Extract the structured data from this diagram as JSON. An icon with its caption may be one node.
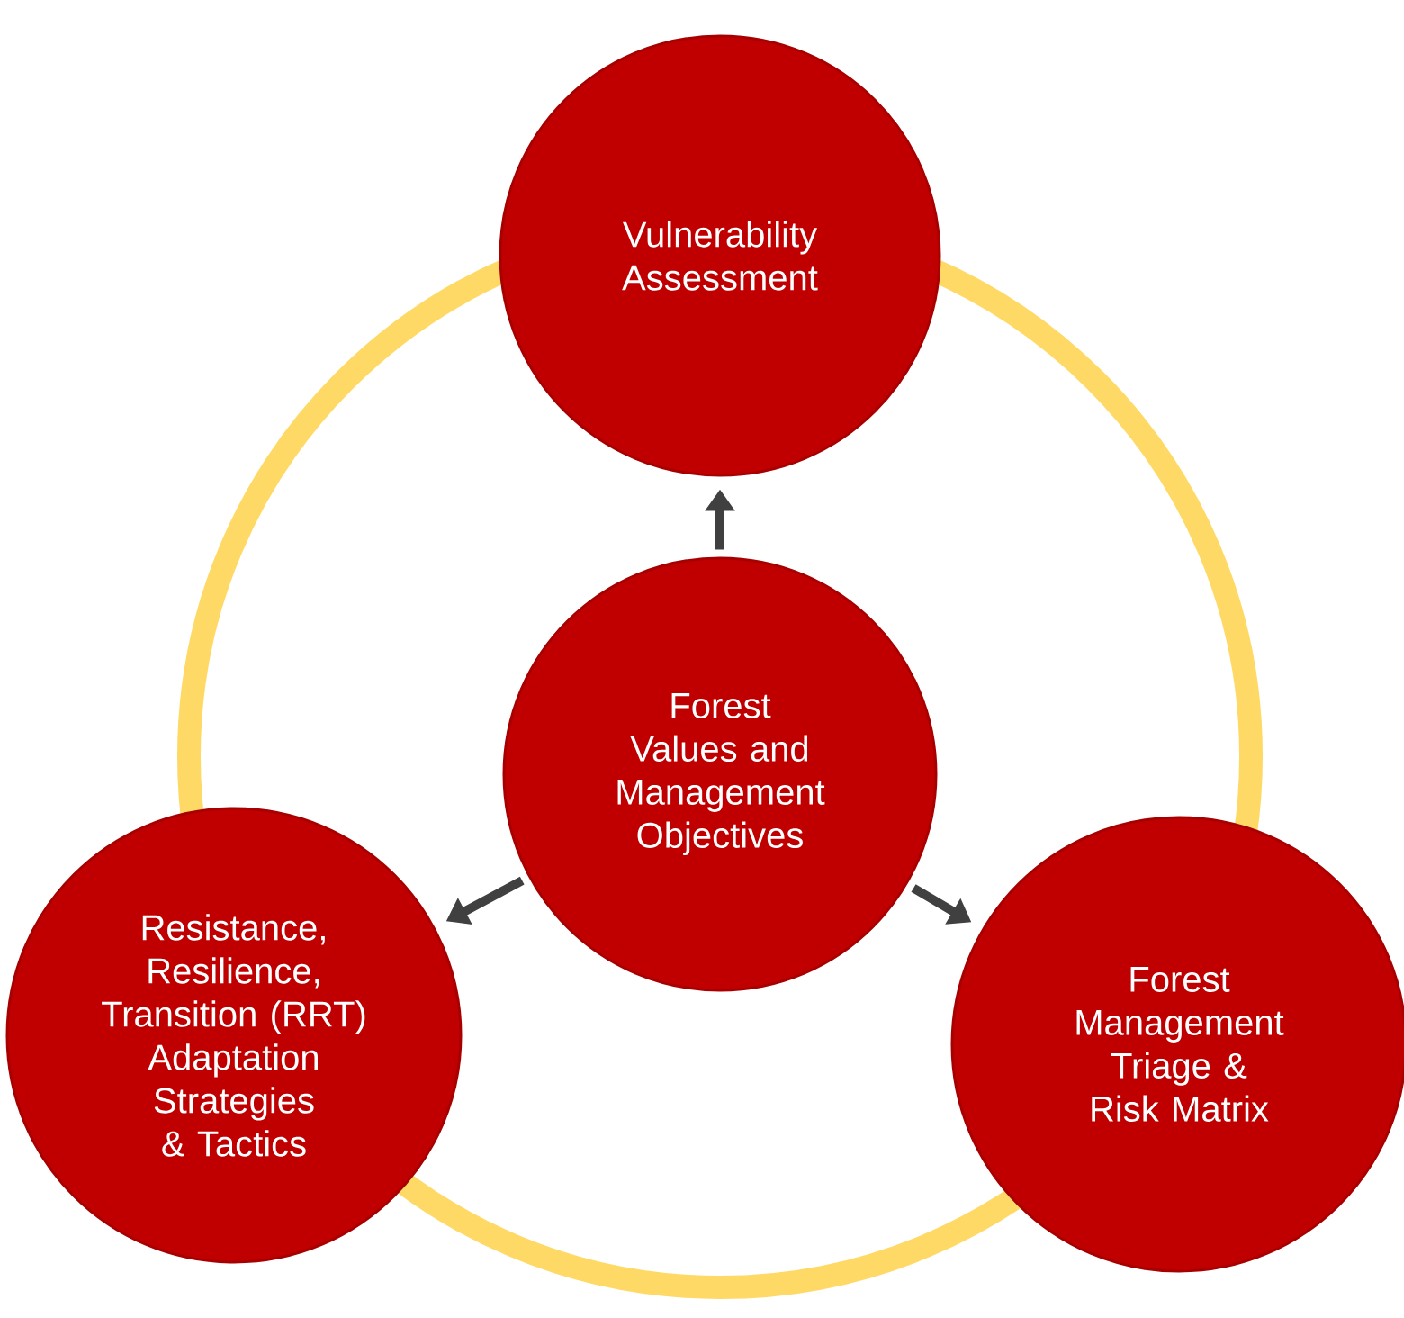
{
  "diagram": {
    "nodes": [
      {
        "text": [
          "Vulnerability Assessment"
        ]
      },
      {
        "text": [
          "Forest Values and Management Objectives"
        ]
      },
      {
        "text": [
          "Resistance, Resilience, Transition (RRT) Adaptation Strategies & Tactics"
        ]
      },
      {
        "text": [
          "Forest Management Triage & Risk Matrix"
        ]
      }
    ],
    "edges": [
      {
        "from": 1,
        "to": 0,
        "arrow": "to"
      },
      {
        "from": 1,
        "to": 2,
        "arrow": "to"
      },
      {
        "from": 1,
        "to": 3,
        "arrow": "to"
      }
    ]
  }
}
